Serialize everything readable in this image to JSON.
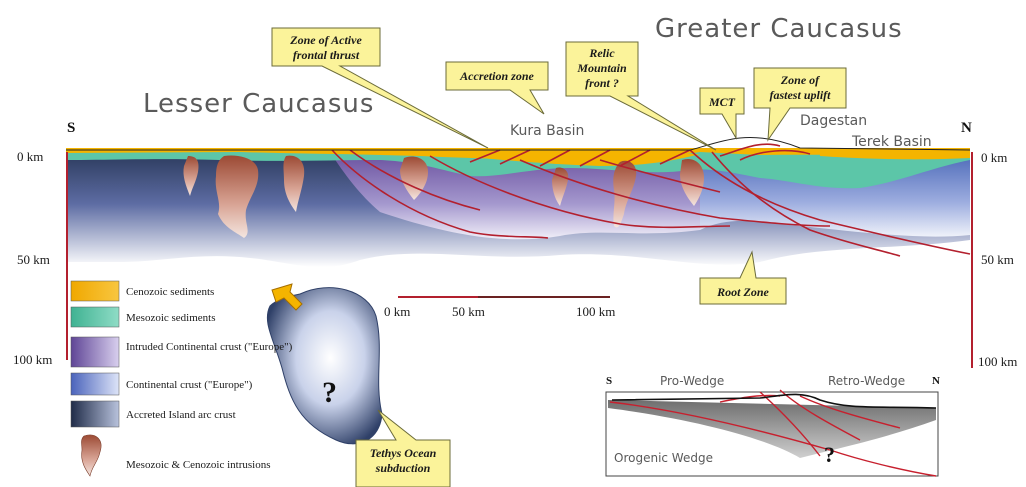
{
  "titles": {
    "greater_caucasus": "Greater Caucasus",
    "lesser_caucasus": "Lesser Caucasus"
  },
  "compass": {
    "south": "S",
    "north": "N"
  },
  "place_labels": {
    "kura_basin": "Kura Basin",
    "dagestan": "Dagestan",
    "terek_basin": "Terek Basin"
  },
  "depth_ticks": {
    "left": [
      "0 km",
      "50 km",
      "100 km"
    ],
    "right": [
      "0 km",
      "50 km",
      "100 km"
    ]
  },
  "scale_bar": {
    "labels": [
      "0 km",
      "50 km",
      "100 km"
    ]
  },
  "callouts": {
    "active_thrust": [
      "Zone of Active",
      "frontal thrust"
    ],
    "accretion": [
      "Accretion zone"
    ],
    "relic_front": [
      "Relic",
      "Mountain",
      "front ?"
    ],
    "mct": [
      "MCT"
    ],
    "fastest_uplift": [
      "Zone of",
      "fastest uplift"
    ],
    "root_zone": [
      "Root Zone"
    ],
    "tethys": [
      "Tethys Ocean",
      "subduction"
    ]
  },
  "question_mark": "?",
  "legend": {
    "items": [
      {
        "label": "Cenozoic sediments",
        "color": "#f4b400"
      },
      {
        "label": "Mesozoic sediments",
        "color": "#5cc6a8"
      },
      {
        "label": "Intruded Continental crust (\"Europe\")",
        "color": "#8a6ab8"
      },
      {
        "label": "Continental crust (\"Europe\")",
        "color": "#6d86cf"
      },
      {
        "label": "Accreted Island arc crust",
        "color": "#2e3f63"
      },
      {
        "label": "Mesozoic & Cenozoic intrusions",
        "color": "#a5583e"
      }
    ]
  },
  "inset": {
    "south": "S",
    "north": "N",
    "pro_wedge": "Pro-Wedge",
    "retro_wedge": "Retro-Wedge",
    "orogenic_wedge": "Orogenic Wedge",
    "question_mark": "?"
  },
  "colors": {
    "callout_fill": "#fbf39a",
    "fault": "#b3202e",
    "cenozoic": "#f4b400",
    "mesozoic": "#5cc6a8",
    "crust_dark": "#2e3f63",
    "crust_purple": "#7b5aa8"
  }
}
